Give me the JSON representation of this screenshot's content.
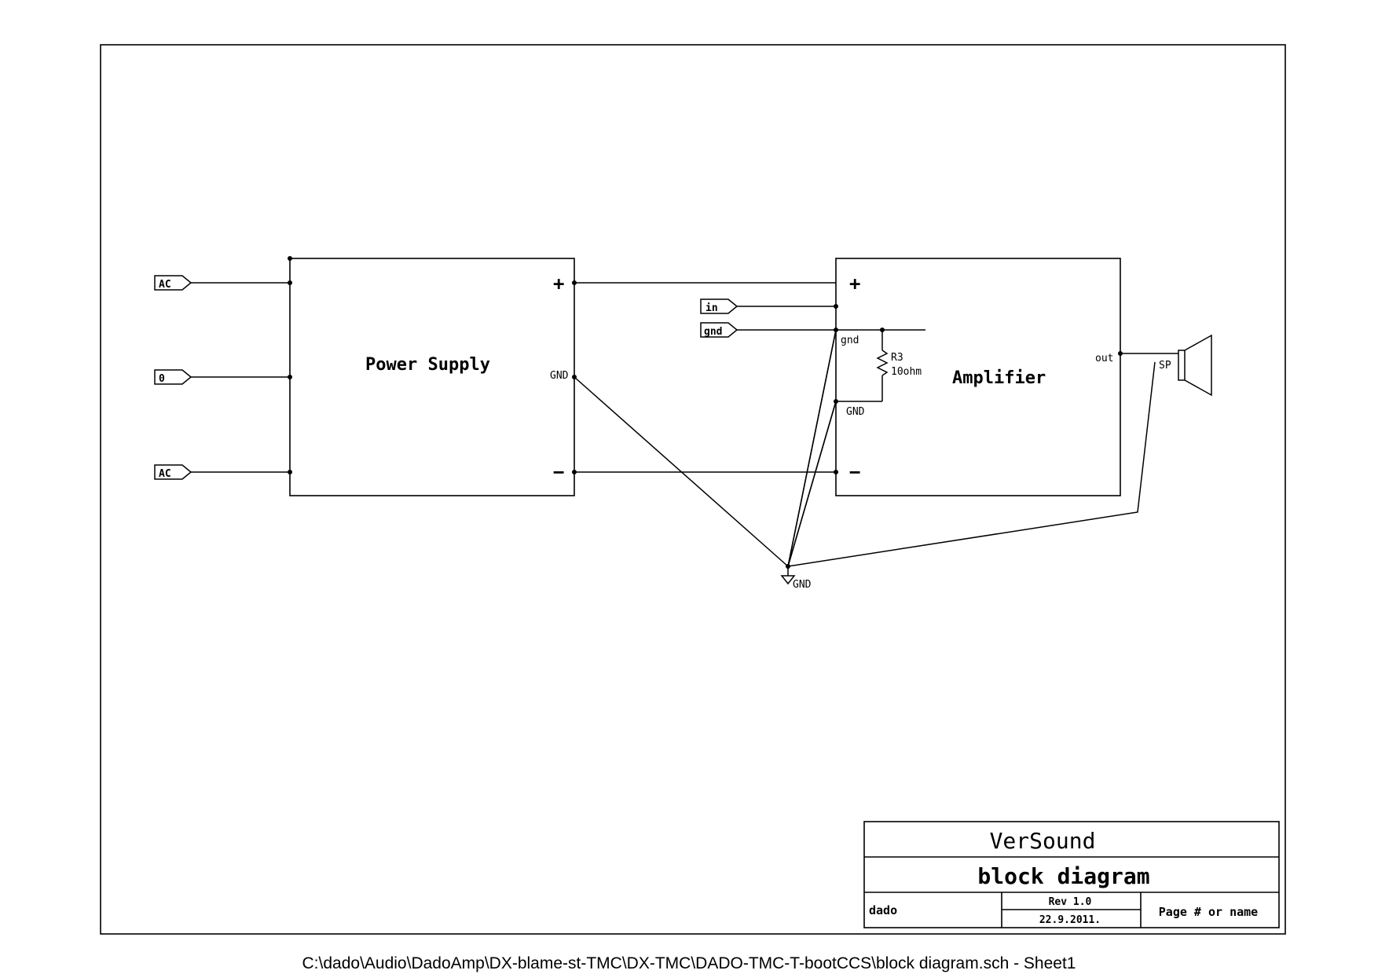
{
  "schematic": {
    "blocks": {
      "power_supply": {
        "title": "Power Supply",
        "pin_plus": "+",
        "pin_gnd": "GND",
        "pin_minus": "−"
      },
      "amplifier": {
        "title": "Amplifier",
        "pin_plus": "+",
        "pin_gnd_in": "gnd",
        "pin_gnd": "GND",
        "pin_minus": "−",
        "pin_out": "out"
      }
    },
    "ports": {
      "ac_top": "AC",
      "zero": "0",
      "ac_bottom": "AC",
      "in": "in",
      "gnd": "gnd"
    },
    "resistor": {
      "ref": "R3",
      "value": "10ohm"
    },
    "speaker": {
      "ref": "SP"
    },
    "ground_symbol": {
      "label": "GND"
    }
  },
  "title_block": {
    "company": "VerSound",
    "title": "block diagram",
    "author": "dado",
    "revision": "Rev 1.0",
    "date": "22.9.2011.",
    "page": "Page # or name"
  },
  "footer": {
    "path": "C:\\dado\\Audio\\DadoAmp\\DX-blame-st-TMC\\DX-TMC\\DADO-TMC-T-bootCCS\\block diagram.sch  -  Sheet1"
  }
}
